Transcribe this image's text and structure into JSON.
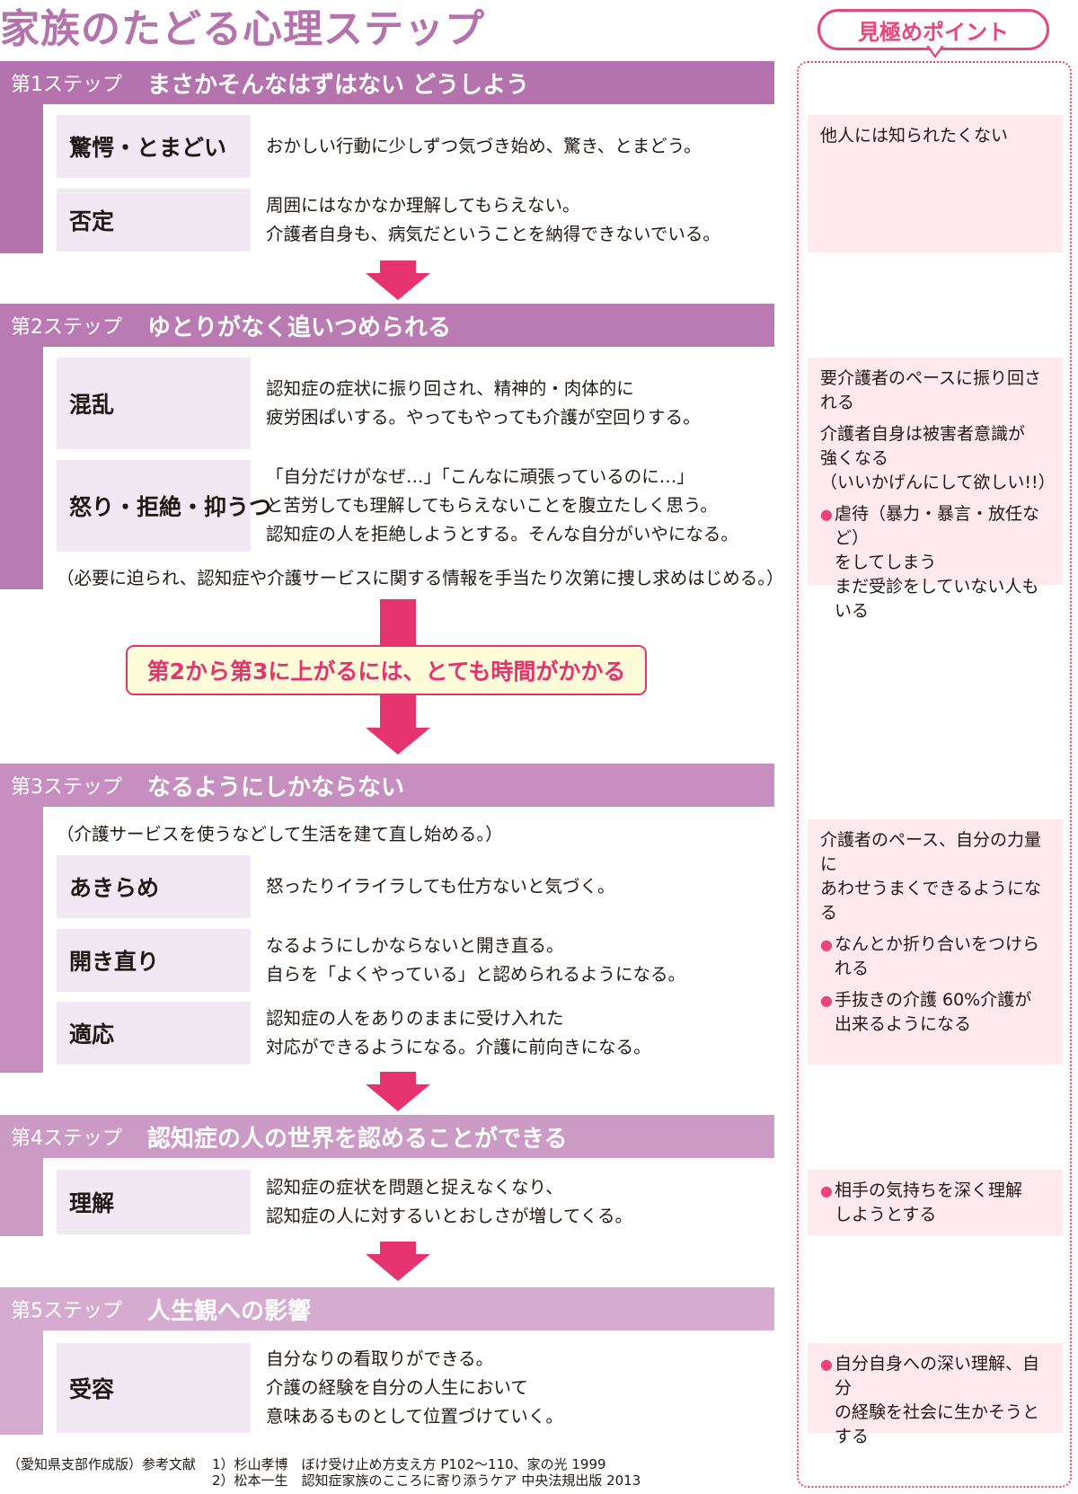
{
  "title": "家族のたどる心理ステップ",
  "point_header": "見極めポイント",
  "steps": [
    {
      "num": "第1ステップ",
      "title": "まさかそんなはずはない どうしよう",
      "rows": [
        {
          "label": "驚愕・とまどい",
          "text": "おかしい行動に少しずつ気づき始め、驚き、とまどう。"
        },
        {
          "label": "否定",
          "text": "周囲にはなかなか理解してもらえない。\n介護者自身も、病気だということを納得できないでいる。"
        }
      ]
    },
    {
      "num": "第2ステップ",
      "title": "ゆとりがなく追いつめられる",
      "rows": [
        {
          "label": "混乱",
          "text": "認知症の症状に振り回され、精神的・肉体的に\n疲労困ぱいする。やってもやっても介護が空回りする。"
        },
        {
          "label": "怒り・拒絶・抑うつ",
          "text": "「自分だけがなぜ…」「こんなに頑張っているのに…」\nと苦労しても理解してもらえないことを腹立たしく思う。\n認知症の人を拒絶しようとする。そんな自分がいやになる。"
        }
      ],
      "note": "（必要に迫られ、認知症や介護サービスに関する情報を手当たり次第に捜し求めはじめる。）"
    },
    {
      "num": "第3ステップ",
      "title": "なるようにしかならない",
      "note": "（介護サービスを使うなどして生活を建て直し始める。）",
      "rows": [
        {
          "label": "あきらめ",
          "text": "怒ったりイライラしても仕方ないと気づく。"
        },
        {
          "label": "開き直り",
          "text": "なるようにしかならないと開き直る。\n自らを「よくやっている」と認められるようになる。"
        },
        {
          "label": "適応",
          "text": "認知症の人をありのままに受け入れた\n対応ができるようになる。介護に前向きになる。"
        }
      ]
    },
    {
      "num": "第4ステップ",
      "title": "認知症の人の世界を認めることができる",
      "rows": [
        {
          "label": "理解",
          "text": "認知症の症状を問題と捉えなくなり、\n認知症の人に対するいとおしさが増してくる。"
        }
      ]
    },
    {
      "num": "第5ステップ",
      "title": "人生観への影響",
      "rows": [
        {
          "label": "受容",
          "text": "自分なりの看取りができる。\n介護の経験を自分の人生において\n意味あるものとして位置づけていく。"
        }
      ]
    }
  ],
  "transition_note": "第2から第3に上がるには、とても時間がかかる",
  "points": {
    "step1": {
      "lines": [
        "他人には知られたくない"
      ]
    },
    "step2": {
      "lines": [
        "要介護者のペースに振り回される",
        "介護者自身は被害者意識が\n強くなる\n（いいかげんにして欲しい!!）"
      ],
      "bullets": [
        "虐待（暴力・暴言・放任など）\nをしてしまう\nまだ受診をしていない人も\nいる"
      ]
    },
    "step3": {
      "lines": [
        "介護者のペース、自分の力量に\nあわせうまくできるようになる"
      ],
      "bullets": [
        "なんとか折り合いをつけら\nれる",
        "手抜きの介護 60%介護が\n出来るようになる"
      ]
    },
    "step4": {
      "bullets": [
        "相手の気持ちを深く理解\nしようとする"
      ]
    },
    "step5": {
      "bullets": [
        "自分自身への深い理解、自分\nの経験を社会に生かそうと\nする"
      ]
    }
  },
  "bullet_symbol": "●",
  "references": {
    "intro": "（愛知県支部作成版）参考文献",
    "items": [
      "1）杉山孝博　ぼけ受け止め方支え方 P102～110、家の光 1999",
      "2）松本一生　認知症家族のこころに寄り添うケア 中央法規出版 2013"
    ]
  },
  "colors": {
    "step1": "#b573ad",
    "step2": "#ba7bb3",
    "step3": "#c68fbf",
    "step4": "#cb9bc6",
    "step5": "#d5acd0",
    "accent": "#e5336f",
    "label_bg": "#f1e8f4",
    "point_bg": "#fde9ee",
    "transition_bg": "#fefbd8"
  }
}
